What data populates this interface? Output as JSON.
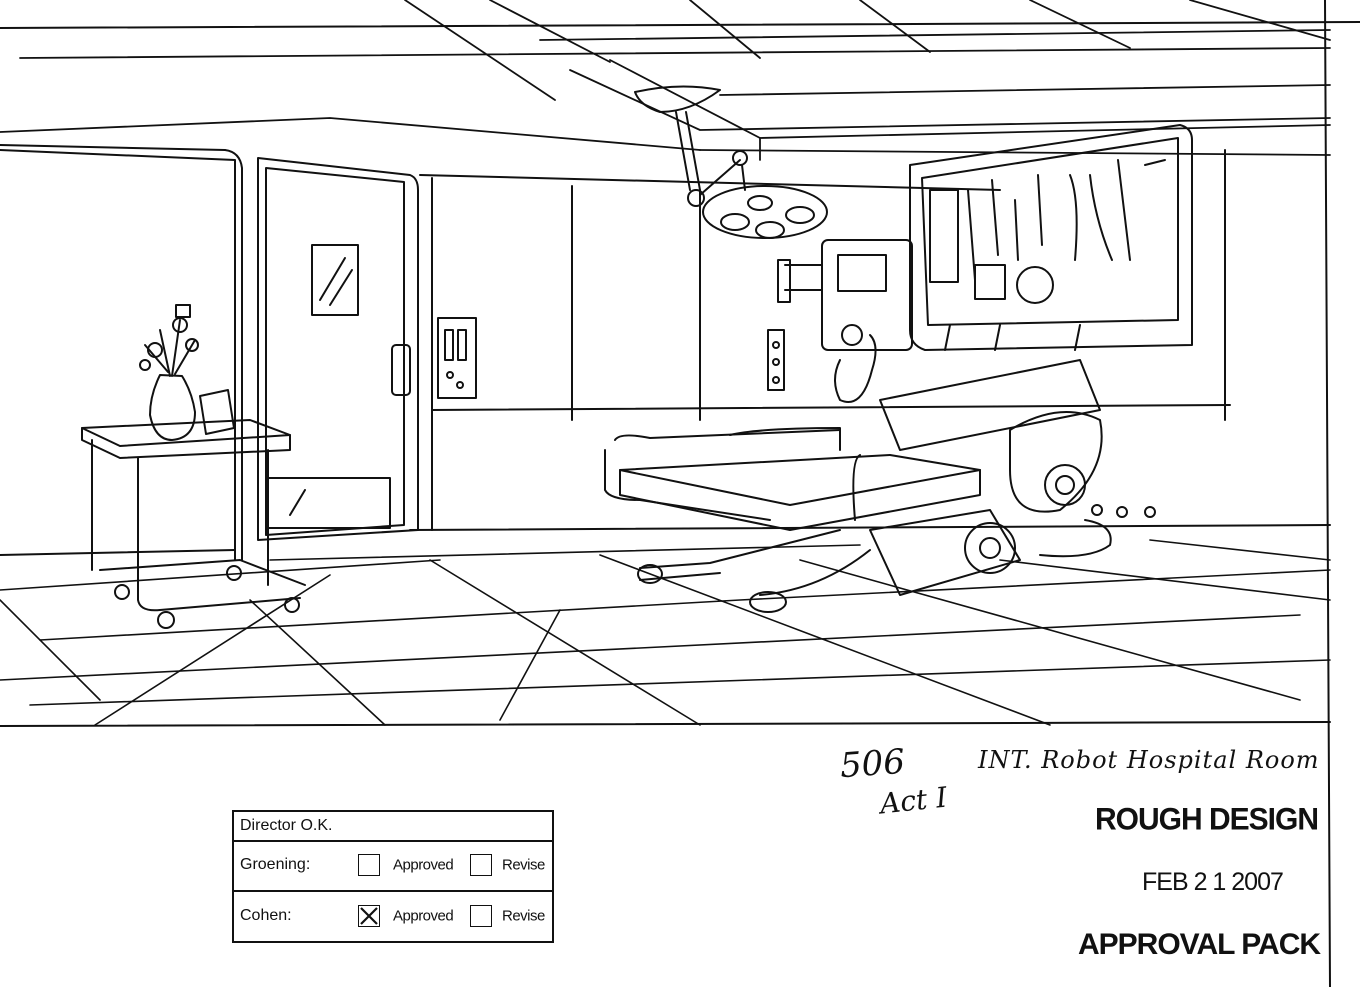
{
  "annotations": {
    "scene_number": "506",
    "scene_title": "INT. Robot Hospital Room",
    "act": "Act I"
  },
  "stamps": {
    "rough_design": "ROUGH DESIGN",
    "date": "FEB 2 1 2007",
    "approval_pack": "APPROVAL PACK"
  },
  "approval_form": {
    "header": "Director O.K.",
    "rows": [
      {
        "name": "Groening:",
        "approved_label": "Approved",
        "revise_label": "Revise",
        "approved_checked": false,
        "revise_checked": false
      },
      {
        "name": "Cohen:",
        "approved_label": "Approved",
        "revise_label": "Revise",
        "approved_checked": true,
        "revise_checked": false
      }
    ]
  },
  "colors": {
    "ink": "#111111",
    "paper": "#ffffff"
  }
}
